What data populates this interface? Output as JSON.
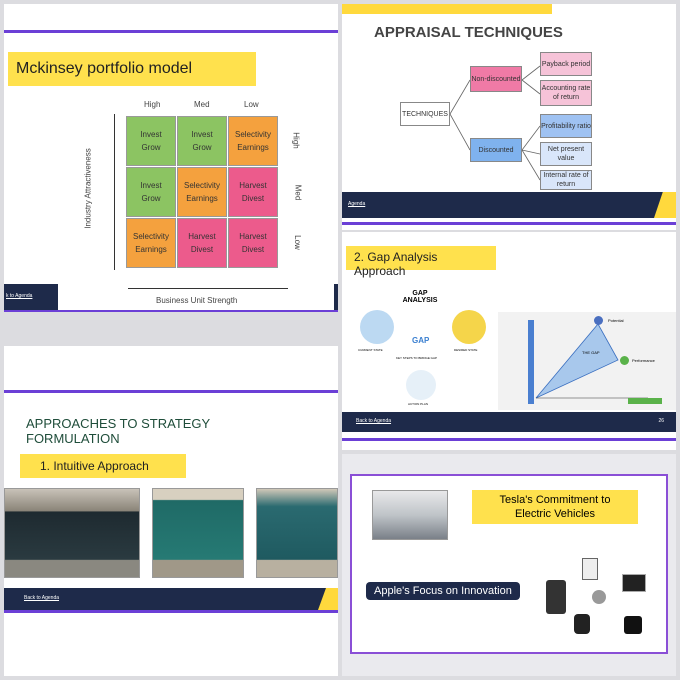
{
  "slide1": {
    "title": "Mckinsey portfolio model",
    "cols": [
      "High",
      "Med",
      "Low"
    ],
    "rows": [
      "High",
      "Med",
      "Low"
    ],
    "ylabel": "Industry Attractiveness",
    "xlabel": "Business Unit Strength",
    "link": "k to Agenda",
    "cells": [
      [
        "Invest",
        "Grow"
      ],
      [
        "Invest",
        "Grow"
      ],
      [
        "Selectivity",
        "Earnings"
      ],
      [
        "Invest",
        "Grow"
      ],
      [
        "Selectivity",
        "Earnings"
      ],
      [
        "Harvest",
        "Divest"
      ],
      [
        "Selectivity",
        "Earnings"
      ],
      [
        "Harvest",
        "Divest"
      ],
      [
        "Harvest",
        "Divest"
      ]
    ]
  },
  "slide2": {
    "title": "APPRAISAL TECHNIQUES",
    "root": "TECHNIQUES",
    "non": "Non-discounted",
    "disc": "Discounted",
    "leaves": [
      "Payback period",
      "Accounting rate of return",
      "Profitability ratio",
      "Net present value",
      "Internal rate of return"
    ],
    "link": "Agenda"
  },
  "slide3": {
    "title": "2. Gap Analysis Approach",
    "gap_title": "GAP ANALYSIS",
    "gap": "GAP",
    "current": "CURRENT STATE",
    "desired": "DESIRED STATE",
    "bridge": "KEY STEPS TO BRIDGE GAP",
    "action": "ACTION PLAN",
    "chart_gap": "THE GAP",
    "potential": "Potential",
    "performance": "Performance",
    "link": "Back to Agenda",
    "page": "26"
  },
  "slide4": {
    "title": "APPROACHES TO STRATEGY FORMULATION",
    "sub": "1. Intuitive Approach",
    "link": "Back to Agenda"
  },
  "slide5": {
    "tesla": "Tesla's Commitment to Electric Vehicles",
    "apple": "Apple's Focus on Innovation"
  }
}
